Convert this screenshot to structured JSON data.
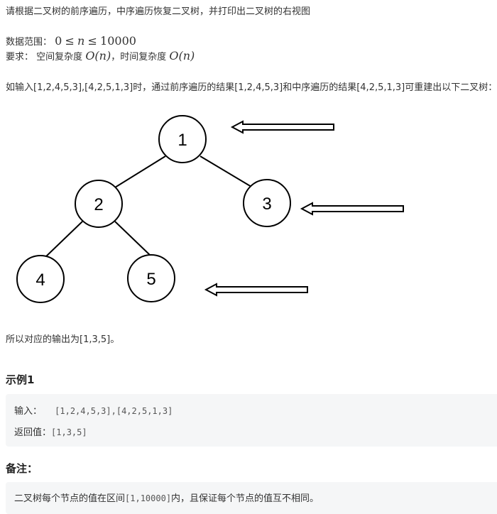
{
  "problem": {
    "intro": "请根据二叉树的前序遍历，中序遍历恢复二叉树，并打印出二叉树的右视图",
    "range_label": "数据范围：",
    "range_formula": {
      "low": "0",
      "var": "n",
      "high": "10000",
      "op": "≤"
    },
    "req_label": "要求：",
    "space_prefix": "空间复杂度",
    "space_formula": "O(n)",
    "time_sep": "，时间复杂度",
    "time_formula": "O(n)",
    "example_sentence": "如输入[1,2,4,5,3],[4,2,5,1,3]时，通过前序遍历的结果[1,2,4,5,3]和中序遍历的结果[4,2,5,1,3]可重建出以下二叉树：",
    "output_sentence": "所以对应的输出为[1,3,5]。"
  },
  "tree": {
    "nodes": [
      "1",
      "2",
      "3",
      "4",
      "5"
    ]
  },
  "example": {
    "title": "示例1",
    "input_label": "输入：",
    "input_value": "[1,2,4,5,3],[4,2,5,1,3]",
    "return_label": "返回值：",
    "return_value": "[1,3,5]"
  },
  "notes": {
    "title": "备注：",
    "text_before": "二叉树每个节点的值在区间",
    "code": "[1,10000]",
    "text_after": "内，且保证每个节点的值互不相同。"
  }
}
